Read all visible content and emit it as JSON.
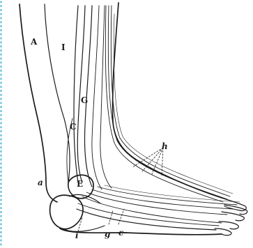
{
  "colors": {
    "ink": "#1b1b1b",
    "background": "#ffffff",
    "border_dots": "#2aa7c9"
  },
  "labels": {
    "A": "A",
    "I": "I",
    "G": "G",
    "C": "C",
    "E": "E",
    "a": "a",
    "h": "h",
    "i": "i",
    "g": "g",
    "c": "c"
  }
}
